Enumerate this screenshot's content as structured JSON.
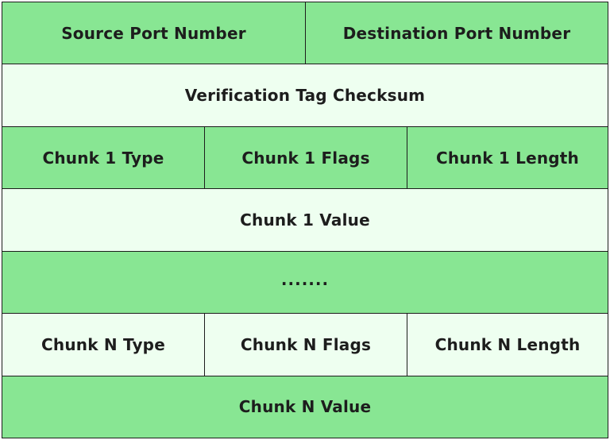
{
  "rows": [
    {
      "cells": [
        {
          "label": "Source Port Number"
        },
        {
          "label": "Destination Port Number"
        }
      ]
    },
    {
      "cells": [
        {
          "label": "Verification Tag Checksum"
        }
      ]
    },
    {
      "cells": [
        {
          "label": "Chunk 1 Type"
        },
        {
          "label": "Chunk 1 Flags"
        },
        {
          "label": "Chunk 1 Length"
        }
      ]
    },
    {
      "cells": [
        {
          "label": "Chunk 1 Value"
        }
      ]
    },
    {
      "cells": [
        {
          "label": "......."
        }
      ]
    },
    {
      "cells": [
        {
          "label": "Chunk N Type"
        },
        {
          "label": "Chunk N Flags"
        },
        {
          "label": "Chunk N Length"
        }
      ]
    },
    {
      "cells": [
        {
          "label": "Chunk N Value"
        }
      ]
    }
  ],
  "colors": {
    "green": "#88e693",
    "light": "#eefff0",
    "border": "#1c1c1c",
    "text": "#1d1d1d"
  }
}
